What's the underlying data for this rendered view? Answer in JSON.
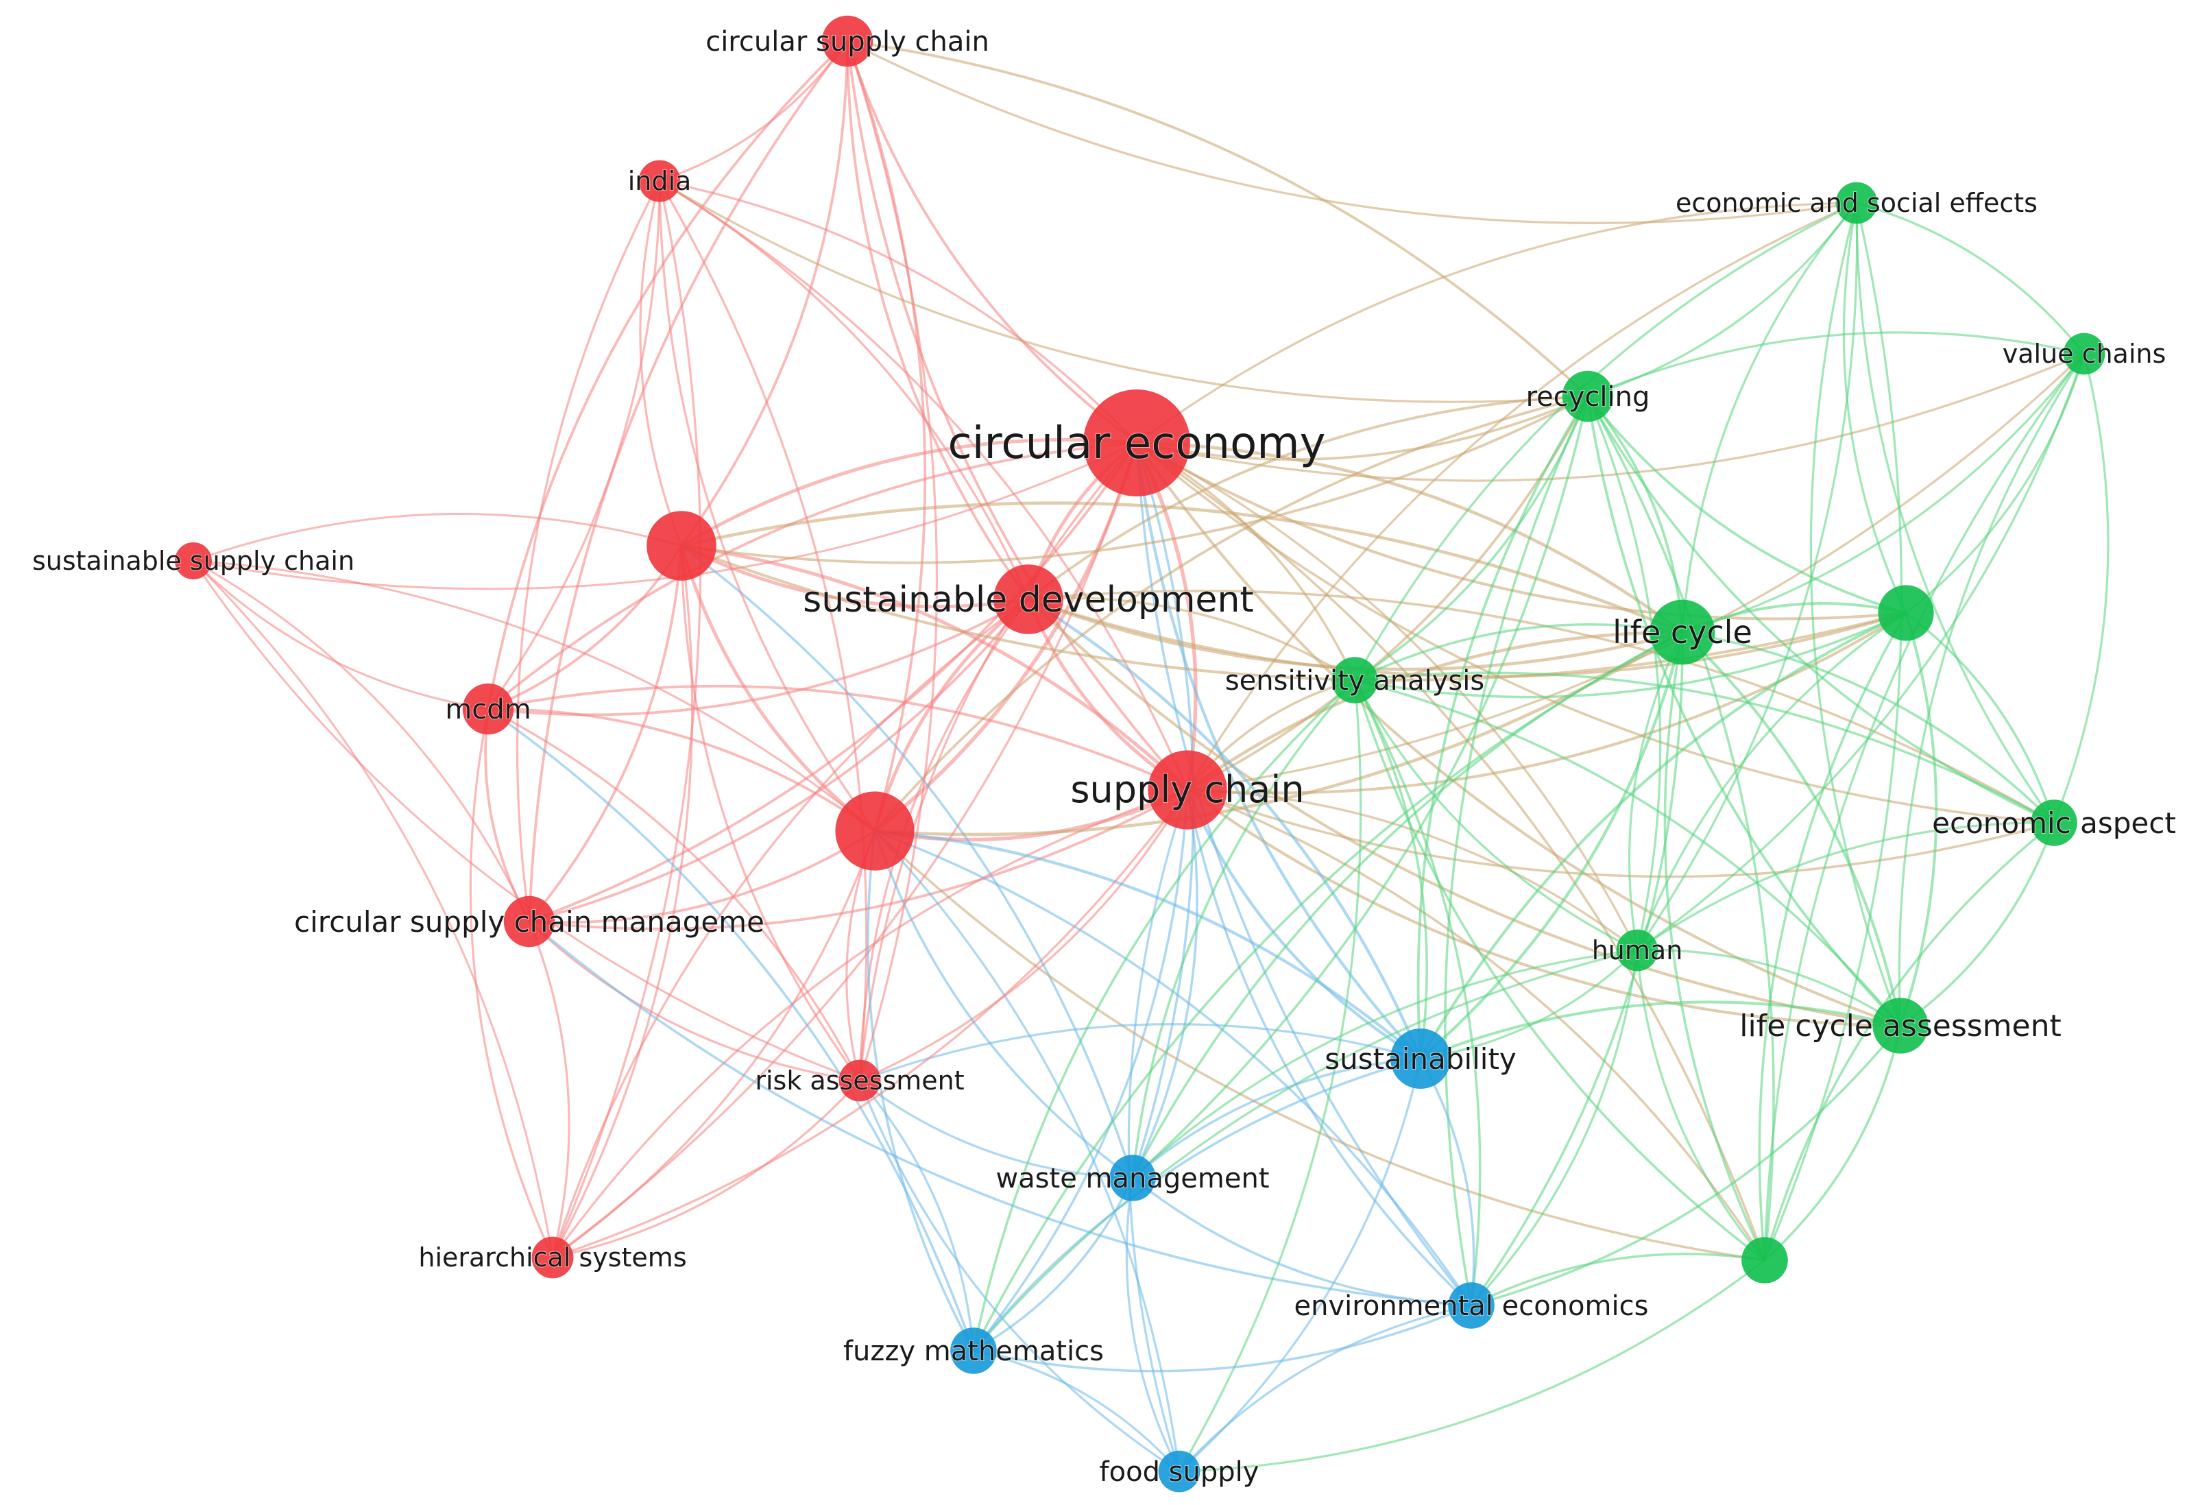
{
  "colors": {
    "cluster_red": "#f0353c",
    "cluster_green": "#10bf4c",
    "cluster_blue": "#1499d9",
    "edge_red": "#f4827f",
    "edge_green": "#56d37b",
    "edge_blue": "#6cb8e8",
    "edge_mixed_rg": "#c9a46c"
  },
  "nodes": [
    {
      "id": "circular-economy",
      "label": "circular economy",
      "cluster": "red",
      "weight": 10
    },
    {
      "id": "supply-chain",
      "label": "supply chain",
      "cluster": "red",
      "weight": 7
    },
    {
      "id": "sustainable-development",
      "label": "sustainable development",
      "cluster": "red",
      "weight": 6
    },
    {
      "id": "circular-supply-chain",
      "label": "circular supply chain",
      "cluster": "red",
      "weight": 4
    },
    {
      "id": "india",
      "label": "india",
      "cluster": "red",
      "weight": 3
    },
    {
      "id": "sustainable-supply-chain",
      "label": "sustainable supply chain",
      "cluster": "red",
      "weight": 2.5
    },
    {
      "id": "mcdm",
      "label": "mcdm",
      "cluster": "red",
      "weight": 4
    },
    {
      "id": "circular-supply-chain-management",
      "label": "circular supply chain manageme",
      "cluster": "red",
      "weight": 4
    },
    {
      "id": "risk-assessment",
      "label": "risk assessment",
      "cluster": "red",
      "weight": 3
    },
    {
      "id": "hierarchical-systems",
      "label": "hierarchical systems",
      "cluster": "red",
      "weight": 3
    },
    {
      "id": "red-hub-a",
      "label": "",
      "cluster": "red",
      "weight": 6
    },
    {
      "id": "red-hub-b",
      "label": "",
      "cluster": "red",
      "weight": 7
    },
    {
      "id": "economic-and-social-effects",
      "label": "economic and social effects",
      "cluster": "green",
      "weight": 3
    },
    {
      "id": "value-chains",
      "label": "value chains",
      "cluster": "green",
      "weight": 3
    },
    {
      "id": "recycling",
      "label": "recycling",
      "cluster": "green",
      "weight": 4
    },
    {
      "id": "life-cycle",
      "label": "life cycle",
      "cluster": "green",
      "weight": 5.5
    },
    {
      "id": "green-hub-a",
      "label": "",
      "cluster": "green",
      "weight": 4.5
    },
    {
      "id": "sensitivity-analysis",
      "label": "sensitivity analysis",
      "cluster": "green",
      "weight": 3.5
    },
    {
      "id": "economic-aspect",
      "label": "economic aspect",
      "cluster": "green",
      "weight": 3.5
    },
    {
      "id": "human",
      "label": "human",
      "cluster": "green",
      "weight": 3
    },
    {
      "id": "life-cycle-assessment",
      "label": "life cycle assessment",
      "cluster": "green",
      "weight": 4.5
    },
    {
      "id": "green-hub-b",
      "label": "",
      "cluster": "green",
      "weight": 3.5
    },
    {
      "id": "sustainability",
      "label": "sustainability",
      "cluster": "blue",
      "weight": 5
    },
    {
      "id": "waste-management",
      "label": "waste management",
      "cluster": "blue",
      "weight": 3.5
    },
    {
      "id": "environmental-economics",
      "label": "environmental economics",
      "cluster": "blue",
      "weight": 3.5
    },
    {
      "id": "fuzzy-mathematics",
      "label": "fuzzy mathematics",
      "cluster": "blue",
      "weight": 3.5
    },
    {
      "id": "food-supply",
      "label": "food supply",
      "cluster": "blue",
      "weight": 3
    }
  ],
  "edges": [
    [
      "circular-economy",
      "supply-chain"
    ],
    [
      "circular-economy",
      "sustainable-development"
    ],
    [
      "circular-economy",
      "circular-supply-chain"
    ],
    [
      "circular-economy",
      "india"
    ],
    [
      "circular-economy",
      "sustainable-supply-chain"
    ],
    [
      "circular-economy",
      "mcdm"
    ],
    [
      "circular-economy",
      "circular-supply-chain-management"
    ],
    [
      "circular-economy",
      "risk-assessment"
    ],
    [
      "circular-economy",
      "hierarchical-systems"
    ],
    [
      "circular-economy",
      "red-hub-a"
    ],
    [
      "circular-economy",
      "red-hub-b"
    ],
    [
      "circular-economy",
      "recycling"
    ],
    [
      "circular-economy",
      "life-cycle"
    ],
    [
      "circular-economy",
      "green-hub-a"
    ],
    [
      "circular-economy",
      "economic-and-social-effects"
    ],
    [
      "circular-economy",
      "value-chains"
    ],
    [
      "circular-economy",
      "sensitivity-analysis"
    ],
    [
      "circular-economy",
      "economic-aspect"
    ],
    [
      "circular-economy",
      "human"
    ],
    [
      "circular-economy",
      "life-cycle-assessment"
    ],
    [
      "circular-economy",
      "green-hub-b"
    ],
    [
      "circular-economy",
      "sustainability"
    ],
    [
      "circular-economy",
      "waste-management"
    ],
    [
      "circular-economy",
      "environmental-economics"
    ],
    [
      "supply-chain",
      "sustainable-development"
    ],
    [
      "supply-chain",
      "red-hub-a"
    ],
    [
      "supply-chain",
      "red-hub-b"
    ],
    [
      "supply-chain",
      "mcdm"
    ],
    [
      "supply-chain",
      "circular-supply-chain"
    ],
    [
      "supply-chain",
      "india"
    ],
    [
      "supply-chain",
      "risk-assessment"
    ],
    [
      "supply-chain",
      "hierarchical-systems"
    ],
    [
      "supply-chain",
      "circular-supply-chain-management"
    ],
    [
      "supply-chain",
      "recycling"
    ],
    [
      "supply-chain",
      "life-cycle"
    ],
    [
      "supply-chain",
      "green-hub-a"
    ],
    [
      "supply-chain",
      "sensitivity-analysis"
    ],
    [
      "supply-chain",
      "economic-aspect"
    ],
    [
      "supply-chain",
      "human"
    ],
    [
      "supply-chain",
      "life-cycle-assessment"
    ],
    [
      "supply-chain",
      "green-hub-b"
    ],
    [
      "supply-chain",
      "sustainability"
    ],
    [
      "supply-chain",
      "waste-management"
    ],
    [
      "supply-chain",
      "environmental-economics"
    ],
    [
      "supply-chain",
      "fuzzy-mathematics"
    ],
    [
      "supply-chain",
      "food-supply"
    ],
    [
      "supply-chain",
      "economic-and-social-effects"
    ],
    [
      "supply-chain",
      "value-chains"
    ],
    [
      "sustainable-development",
      "red-hub-a"
    ],
    [
      "sustainable-development",
      "red-hub-b"
    ],
    [
      "sustainable-development",
      "circular-supply-chain"
    ],
    [
      "sustainable-development",
      "india"
    ],
    [
      "sustainable-development",
      "mcdm"
    ],
    [
      "sustainable-development",
      "risk-assessment"
    ],
    [
      "sustainable-development",
      "recycling"
    ],
    [
      "sustainable-development",
      "life-cycle"
    ],
    [
      "sustainable-development",
      "sensitivity-analysis"
    ],
    [
      "sustainable-development",
      "green-hub-a"
    ],
    [
      "sustainable-development",
      "economic-aspect"
    ],
    [
      "sustainable-development",
      "life-cycle-assessment"
    ],
    [
      "sustainable-development",
      "sustainability"
    ],
    [
      "sustainable-development",
      "hierarchical-systems"
    ],
    [
      "sustainable-development",
      "circular-supply-chain-management"
    ],
    [
      "red-hub-a",
      "circular-supply-chain"
    ],
    [
      "red-hub-a",
      "india"
    ],
    [
      "red-hub-a",
      "sustainable-supply-chain"
    ],
    [
      "red-hub-a",
      "mcdm"
    ],
    [
      "red-hub-a",
      "red-hub-b"
    ],
    [
      "red-hub-a",
      "circular-supply-chain-management"
    ],
    [
      "red-hub-a",
      "risk-assessment"
    ],
    [
      "red-hub-a",
      "hierarchical-systems"
    ],
    [
      "red-hub-a",
      "recycling"
    ],
    [
      "red-hub-a",
      "life-cycle"
    ],
    [
      "red-hub-a",
      "green-hub-a"
    ],
    [
      "red-hub-a",
      "waste-management"
    ],
    [
      "red-hub-b",
      "circular-supply-chain"
    ],
    [
      "red-hub-b",
      "india"
    ],
    [
      "red-hub-b",
      "mcdm"
    ],
    [
      "red-hub-b",
      "circular-supply-chain-management"
    ],
    [
      "red-hub-b",
      "risk-assessment"
    ],
    [
      "red-hub-b",
      "hierarchical-systems"
    ],
    [
      "red-hub-b",
      "sustainable-supply-chain"
    ],
    [
      "red-hub-b",
      "recycling"
    ],
    [
      "red-hub-b",
      "life-cycle"
    ],
    [
      "red-hub-b",
      "sustainability"
    ],
    [
      "red-hub-b",
      "waste-management"
    ],
    [
      "red-hub-b",
      "environmental-economics"
    ],
    [
      "red-hub-b",
      "fuzzy-mathematics"
    ],
    [
      "red-hub-b",
      "food-supply"
    ],
    [
      "red-hub-b",
      "green-hub-b"
    ],
    [
      "circular-supply-chain",
      "india"
    ],
    [
      "circular-supply-chain",
      "mcdm"
    ],
    [
      "circular-supply-chain",
      "recycling"
    ],
    [
      "circular-supply-chain",
      "economic-and-social-effects"
    ],
    [
      "circular-supply-chain",
      "risk-assessment"
    ],
    [
      "circular-supply-chain",
      "circular-supply-chain-management"
    ],
    [
      "india",
      "mcdm"
    ],
    [
      "india",
      "circular-supply-chain-management"
    ],
    [
      "india",
      "risk-assessment"
    ],
    [
      "india",
      "recycling"
    ],
    [
      "india",
      "hierarchical-systems"
    ],
    [
      "sustainable-supply-chain",
      "mcdm"
    ],
    [
      "sustainable-supply-chain",
      "circular-supply-chain-management"
    ],
    [
      "sustainable-supply-chain",
      "risk-assessment"
    ],
    [
      "sustainable-supply-chain",
      "hierarchical-systems"
    ],
    [
      "mcdm",
      "circular-supply-chain-management"
    ],
    [
      "mcdm",
      "risk-assessment"
    ],
    [
      "mcdm",
      "hierarchical-systems"
    ],
    [
      "mcdm",
      "fuzzy-mathematics"
    ],
    [
      "circular-supply-chain-management",
      "risk-assessment"
    ],
    [
      "circular-supply-chain-management",
      "hierarchical-systems"
    ],
    [
      "circular-supply-chain-management",
      "environmental-economics"
    ],
    [
      "risk-assessment",
      "hierarchical-systems"
    ],
    [
      "risk-assessment",
      "waste-management"
    ],
    [
      "risk-assessment",
      "fuzzy-mathematics"
    ],
    [
      "risk-assessment",
      "food-supply"
    ],
    [
      "risk-assessment",
      "sustainability"
    ],
    [
      "hierarchical-systems",
      "supply-chain"
    ],
    [
      "recycling",
      "life-cycle"
    ],
    [
      "recycling",
      "green-hub-a"
    ],
    [
      "recycling",
      "sensitivity-analysis"
    ],
    [
      "recycling",
      "economic-aspect"
    ],
    [
      "recycling",
      "human"
    ],
    [
      "recycling",
      "life-cycle-assessment"
    ],
    [
      "recycling",
      "green-hub-b"
    ],
    [
      "recycling",
      "economic-and-social-effects"
    ],
    [
      "recycling",
      "value-chains"
    ],
    [
      "recycling",
      "sustainability"
    ],
    [
      "recycling",
      "waste-management"
    ],
    [
      "recycling",
      "environmental-economics"
    ],
    [
      "life-cycle",
      "green-hub-a"
    ],
    [
      "life-cycle",
      "sensitivity-analysis"
    ],
    [
      "life-cycle",
      "economic-aspect"
    ],
    [
      "life-cycle",
      "human"
    ],
    [
      "life-cycle",
      "life-cycle-assessment"
    ],
    [
      "life-cycle",
      "green-hub-b"
    ],
    [
      "life-cycle",
      "economic-and-social-effects"
    ],
    [
      "life-cycle",
      "value-chains"
    ],
    [
      "life-cycle",
      "sustainability"
    ],
    [
      "life-cycle",
      "waste-management"
    ],
    [
      "life-cycle",
      "environmental-economics"
    ],
    [
      "life-cycle",
      "fuzzy-mathematics"
    ],
    [
      "green-hub-a",
      "economic-aspect"
    ],
    [
      "green-hub-a",
      "human"
    ],
    [
      "green-hub-a",
      "life-cycle-assessment"
    ],
    [
      "green-hub-a",
      "green-hub-b"
    ],
    [
      "green-hub-a",
      "economic-and-social-effects"
    ],
    [
      "green-hub-a",
      "value-chains"
    ],
    [
      "green-hub-a",
      "sensitivity-analysis"
    ],
    [
      "green-hub-a",
      "sustainability"
    ],
    [
      "economic-and-social-effects",
      "value-chains"
    ],
    [
      "economic-and-social-effects",
      "economic-aspect"
    ],
    [
      "economic-and-social-effects",
      "human"
    ],
    [
      "economic-and-social-effects",
      "life-cycle-assessment"
    ],
    [
      "economic-and-social-effects",
      "green-hub-b"
    ],
    [
      "economic-and-social-effects",
      "sensitivity-analysis"
    ],
    [
      "value-chains",
      "economic-aspect"
    ],
    [
      "value-chains",
      "life-cycle-assessment"
    ],
    [
      "value-chains",
      "human"
    ],
    [
      "value-chains",
      "green-hub-b"
    ],
    [
      "sensitivity-analysis",
      "economic-aspect"
    ],
    [
      "sensitivity-analysis",
      "human"
    ],
    [
      "sensitivity-analysis",
      "life-cycle-assessment"
    ],
    [
      "sensitivity-analysis",
      "green-hub-b"
    ],
    [
      "sensitivity-analysis",
      "sustainability"
    ],
    [
      "sensitivity-analysis",
      "waste-management"
    ],
    [
      "sensitivity-analysis",
      "environmental-economics"
    ],
    [
      "sensitivity-analysis",
      "fuzzy-mathematics"
    ],
    [
      "sensitivity-analysis",
      "food-supply"
    ],
    [
      "economic-aspect",
      "human"
    ],
    [
      "economic-aspect",
      "life-cycle-assessment"
    ],
    [
      "economic-aspect",
      "green-hub-b"
    ],
    [
      "human",
      "life-cycle-assessment"
    ],
    [
      "human",
      "green-hub-b"
    ],
    [
      "human",
      "sustainability"
    ],
    [
      "human",
      "waste-management"
    ],
    [
      "human",
      "environmental-economics"
    ],
    [
      "human",
      "fuzzy-mathematics"
    ],
    [
      "life-cycle-assessment",
      "green-hub-b"
    ],
    [
      "life-cycle-assessment",
      "sustainability"
    ],
    [
      "life-cycle-assessment",
      "environmental-economics"
    ],
    [
      "green-hub-b",
      "environmental-economics"
    ],
    [
      "green-hub-b",
      "food-supply"
    ],
    [
      "sustainability",
      "waste-management"
    ],
    [
      "sustainability",
      "environmental-economics"
    ],
    [
      "sustainability",
      "fuzzy-mathematics"
    ],
    [
      "sustainability",
      "food-supply"
    ],
    [
      "waste-management",
      "environmental-economics"
    ],
    [
      "waste-management",
      "fuzzy-mathematics"
    ],
    [
      "waste-management",
      "food-supply"
    ],
    [
      "environmental-economics",
      "fuzzy-mathematics"
    ],
    [
      "environmental-economics",
      "food-supply"
    ],
    [
      "fuzzy-mathematics",
      "food-supply"
    ]
  ]
}
